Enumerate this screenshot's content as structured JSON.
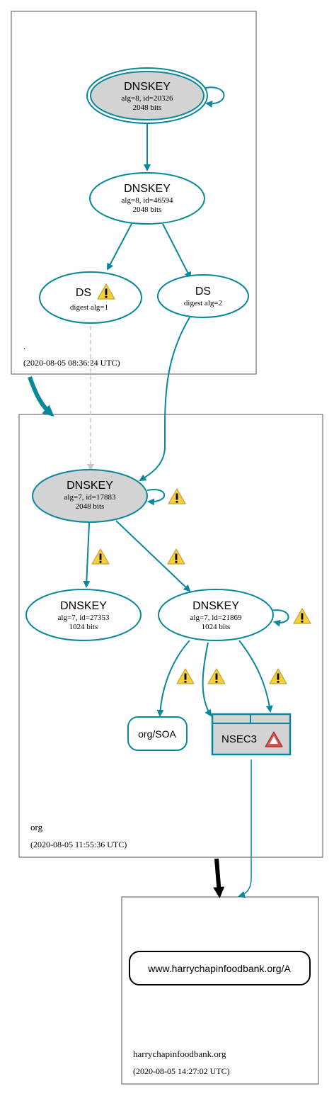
{
  "colors": {
    "edge": "#0a879a",
    "key_fill_sep": "#d3d3d3",
    "warning_fill": "#f4d03f",
    "error_fill": "#d9534f",
    "insecure_edge": "#c8c8c8",
    "delegation_secure": "#0a879a",
    "delegation_insecure": "#000000"
  },
  "zones": {
    "root": {
      "name": ".",
      "timestamp": "(2020-08-05 08:36:24 UTC)"
    },
    "org": {
      "name": "org",
      "timestamp": "(2020-08-05 11:55:36 UTC)"
    },
    "harry": {
      "name": "harrychapinfoodbank.org",
      "timestamp": "(2020-08-05 14:27:02 UTC)"
    }
  },
  "nodes": {
    "root_ksk": {
      "type": "DNSKEY",
      "detail": "alg=8, id=20326",
      "bits": "2048 bits"
    },
    "root_zsk": {
      "type": "DNSKEY",
      "detail": "alg=8, id=46594",
      "bits": "2048 bits"
    },
    "ds1": {
      "type": "DS",
      "detail": "digest alg=1"
    },
    "ds2": {
      "type": "DS",
      "detail": "digest alg=2"
    },
    "org_ksk": {
      "type": "DNSKEY",
      "detail": "alg=7, id=17883",
      "bits": "2048 bits"
    },
    "org_key2": {
      "type": "DNSKEY",
      "detail": "alg=7, id=27353",
      "bits": "1024 bits"
    },
    "org_zsk": {
      "type": "DNSKEY",
      "detail": "alg=7, id=21869",
      "bits": "1024 bits"
    },
    "soa": {
      "label": "org/SOA"
    },
    "nsec3": {
      "label": "NSEC3"
    },
    "a_record": {
      "label": "www.harrychapinfoodbank.org/A"
    }
  }
}
